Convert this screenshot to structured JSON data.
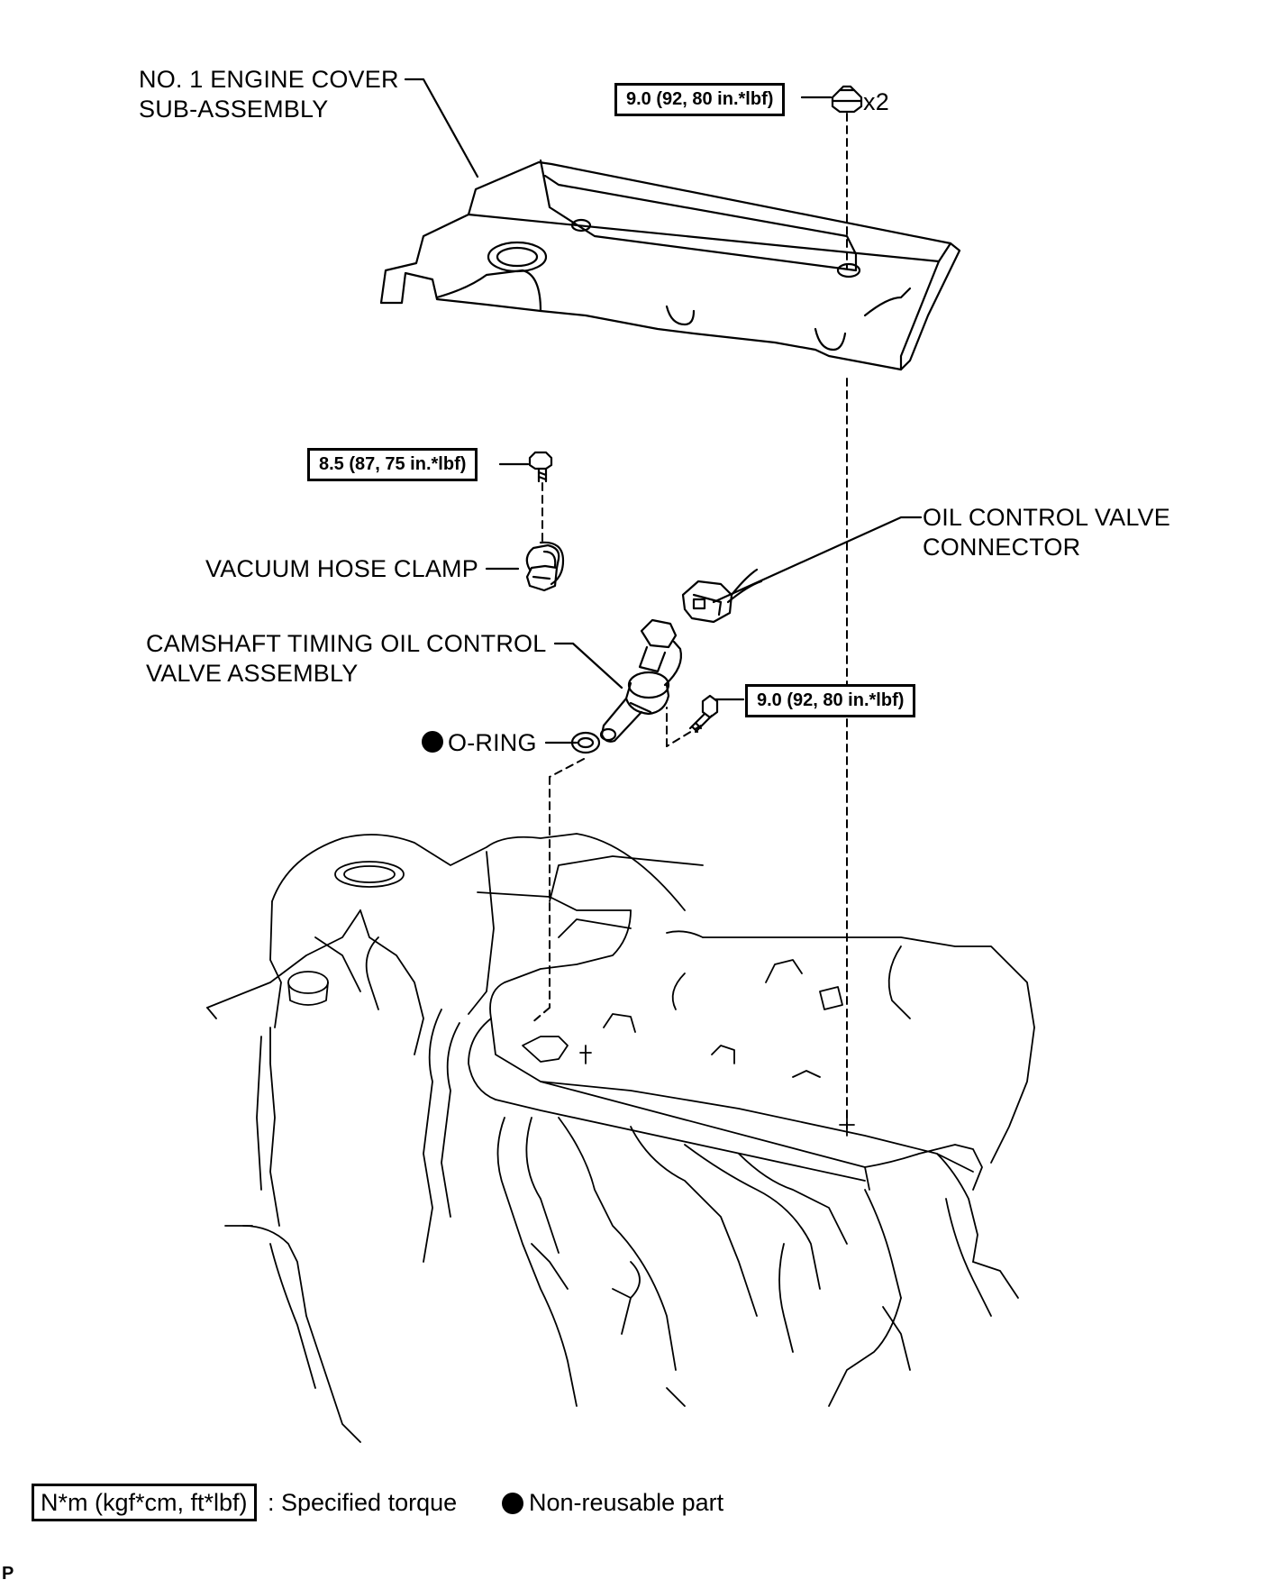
{
  "labels": {
    "engine_cover_line1": "NO. 1 ENGINE COVER",
    "engine_cover_line2": "SUB-ASSEMBLY",
    "vacuum_hose_clamp": "VACUUM HOSE CLAMP",
    "ocv_line1": "CAMSHAFT TIMING OIL CONTROL",
    "ocv_line2": "VALVE ASSEMBLY",
    "o_ring": "O-RING",
    "connector_line1": "OIL CONTROL VALVE",
    "connector_line2": "CONNECTOR",
    "qty_x2": "x2"
  },
  "torques": {
    "cover_nut": "9.0 (92, 80 in.*lbf)",
    "clamp_bolt": "8.5 (87, 75 in.*lbf)",
    "ocv_bolt": "9.0 (92, 80 in.*lbf)"
  },
  "legend": {
    "torque_unit": "N*m (kgf*cm, ft*lbf)",
    "torque_desc": ": Specified torque",
    "nonreusable_desc": "Non-reusable part"
  },
  "corner_mark": "P",
  "colors": {
    "line": "#000000",
    "background": "#ffffff"
  }
}
